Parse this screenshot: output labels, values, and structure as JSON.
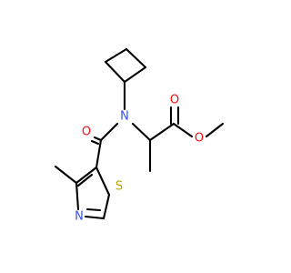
{
  "molecule": {
    "colors": {
      "bond": "#000000",
      "nitrogen": "#3050F8",
      "oxygen": "#FF0D0D",
      "sulfur": "#B8A100"
    },
    "atoms": [
      {
        "id": "N_amide",
        "label": "N",
        "element": "N"
      },
      {
        "id": "O_amide",
        "label": "O",
        "element": "O"
      },
      {
        "id": "O_carbonyl",
        "label": "O",
        "element": "O"
      },
      {
        "id": "O_ester",
        "label": "O",
        "element": "O"
      },
      {
        "id": "N_thiazole",
        "label": "N",
        "element": "N"
      },
      {
        "id": "S_thiazole",
        "label": "S",
        "element": "S"
      }
    ]
  }
}
